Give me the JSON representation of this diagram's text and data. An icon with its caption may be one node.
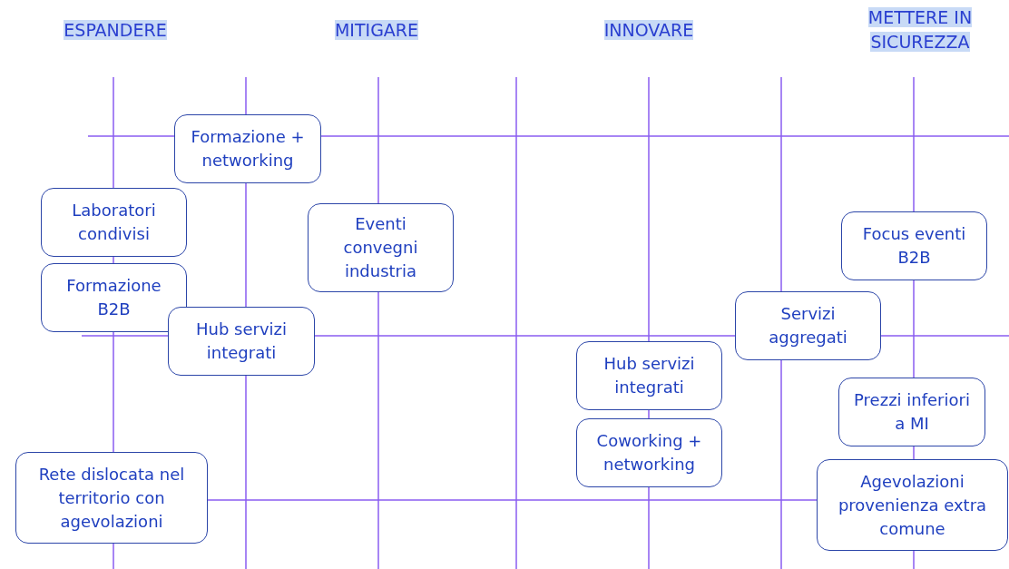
{
  "diagram": {
    "nodes": [
      {
        "text": [
          "Formazione + networking"
        ]
      },
      {
        "text": [
          "Laboratori condivisi"
        ]
      },
      {
        "text": [
          "Eventi convegni industria"
        ]
      },
      {
        "text": [
          "Focus eventi B2B"
        ]
      },
      {
        "text": [
          "Formazione B2B"
        ]
      },
      {
        "text": [
          "Servizi aggregati"
        ]
      },
      {
        "text": [
          "Hub servizi integrati"
        ]
      },
      {
        "text": [
          "Hub servizi integrati"
        ]
      },
      {
        "text": [
          "Prezzi inferiori a MI"
        ]
      },
      {
        "text": [
          "Coworking + networking"
        ]
      },
      {
        "text": [
          "Rete dislocata nel territorio con agevolazioni"
        ]
      },
      {
        "text": [
          "Agevolazioni provenienza extra comune"
        ]
      }
    ],
    "edges": [],
    "labels": [
      "ESPANDERE",
      "MITIGARE",
      "INNOVARE",
      "METTERE IN SICUREZZA"
    ]
  }
}
